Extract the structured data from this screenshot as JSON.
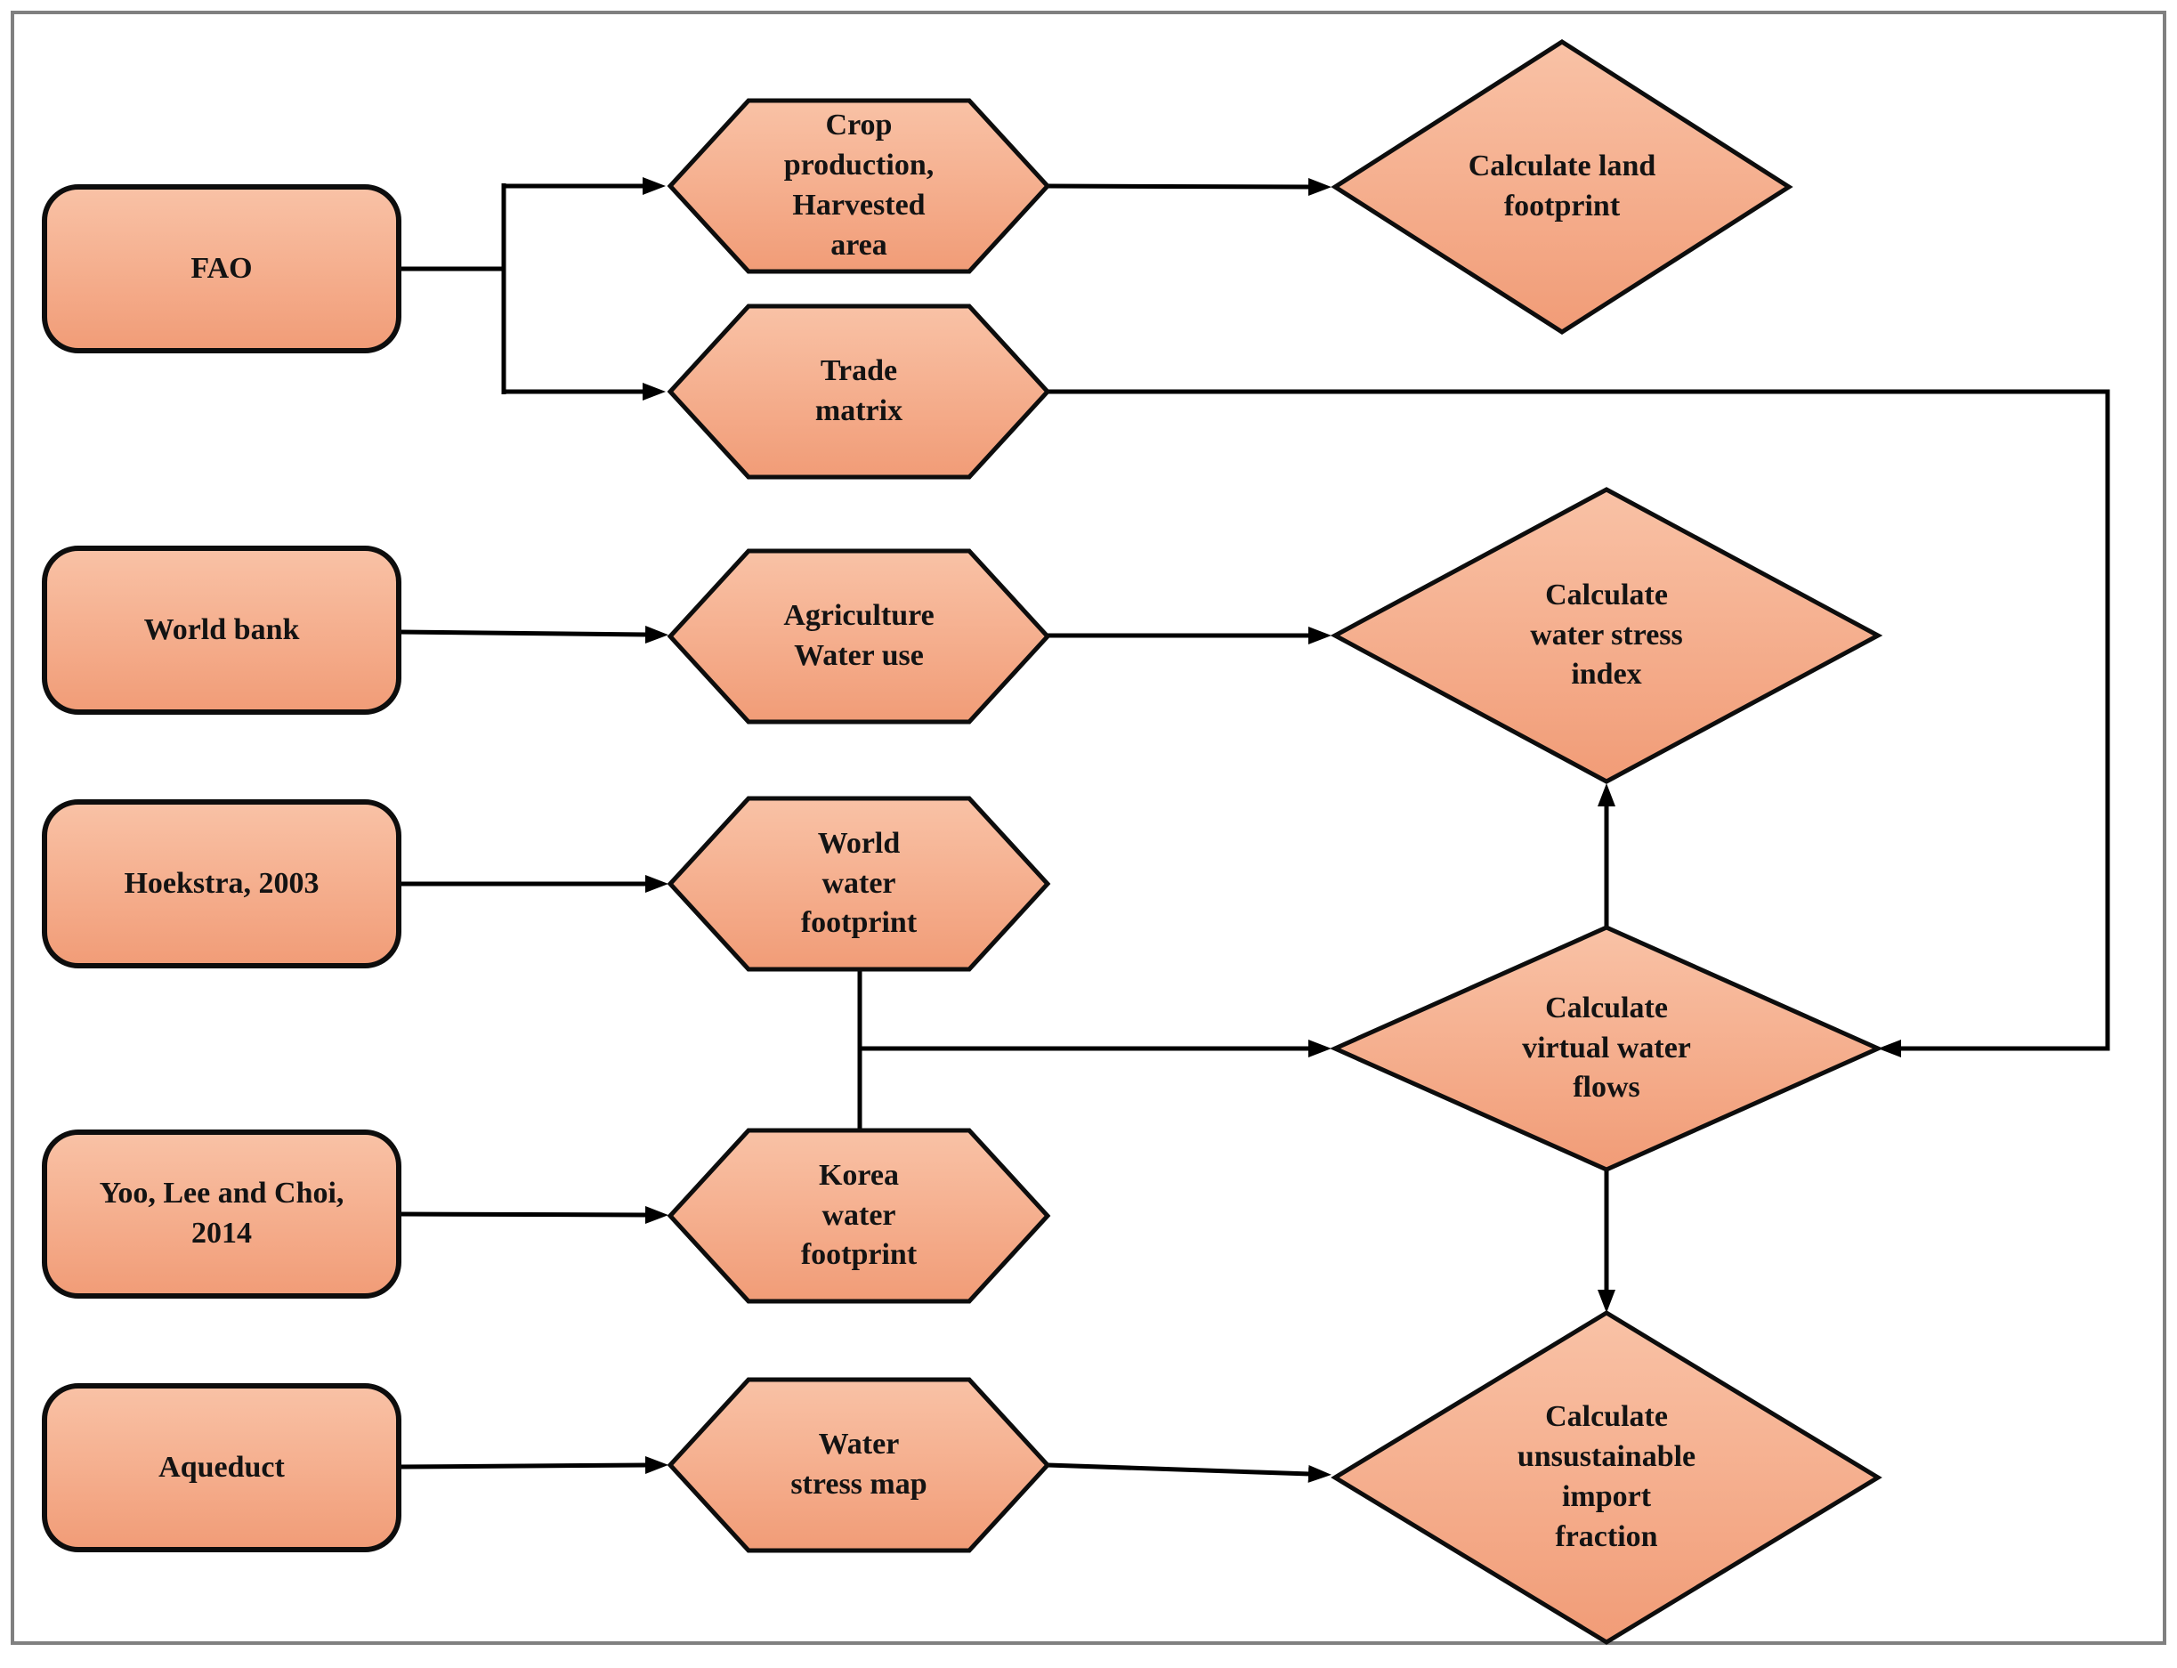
{
  "title": "Data sources and calculation flow diagram",
  "colors": {
    "shape_fill_top": "#f9c2a6",
    "shape_fill_bottom": "#f19c77",
    "shape_border": "#0d0d0d",
    "arrow_color": "#000000",
    "frame_border": "#808080",
    "background": "#ffffff",
    "text_color": "#131313"
  },
  "nodes": {
    "sources": [
      {
        "id": "fao",
        "label": "FAO"
      },
      {
        "id": "world-bank",
        "label": "World bank"
      },
      {
        "id": "hoekstra-2003",
        "label": "Hoekstra, 2003"
      },
      {
        "id": "yoo-lee-choi-2014",
        "label": "Yoo, Lee and Choi,\n2014"
      },
      {
        "id": "aqueduct",
        "label": "Aqueduct"
      }
    ],
    "inputs": [
      {
        "id": "crop-production",
        "label": "Crop\nproduction,\nHarvested\narea"
      },
      {
        "id": "trade-matrix",
        "label": "Trade\nmatrix"
      },
      {
        "id": "agriculture-water-use",
        "label": "Agriculture\nWater use"
      },
      {
        "id": "world-water-footprint",
        "label": "World\nwater\nfootprint"
      },
      {
        "id": "korea-water-footprint",
        "label": "Korea\nwater\nfootprint"
      },
      {
        "id": "water-stress-map",
        "label": "Water\nstress map"
      }
    ],
    "processes": [
      {
        "id": "calc-land-footprint",
        "label": "Calculate land\nfootprint"
      },
      {
        "id": "calc-water-stress-index",
        "label": "Calculate\nwater stress\nindex"
      },
      {
        "id": "calc-virtual-water-flows",
        "label": "Calculate\nvirtual water\nflows"
      },
      {
        "id": "calc-unsustainable-import-fraction",
        "label": "Calculate\nunsustainable\nimport\nfraction"
      }
    ]
  },
  "edges": [
    {
      "from": "fao",
      "to": "crop-production"
    },
    {
      "from": "fao",
      "to": "trade-matrix"
    },
    {
      "from": "crop-production",
      "to": "calc-land-footprint"
    },
    {
      "from": "trade-matrix",
      "to": "calc-virtual-water-flows"
    },
    {
      "from": "world-bank",
      "to": "agriculture-water-use"
    },
    {
      "from": "agriculture-water-use",
      "to": "calc-water-stress-index"
    },
    {
      "from": "hoekstra-2003",
      "to": "world-water-footprint"
    },
    {
      "from": "world-water-footprint",
      "to": "korea-water-footprint"
    },
    {
      "from": "world-water-footprint",
      "to": "calc-virtual-water-flows"
    },
    {
      "from": "yoo-lee-choi-2014",
      "to": "korea-water-footprint"
    },
    {
      "from": "korea-water-footprint",
      "to": "calc-virtual-water-flows"
    },
    {
      "from": "calc-virtual-water-flows",
      "to": "calc-water-stress-index"
    },
    {
      "from": "calc-virtual-water-flows",
      "to": "calc-unsustainable-import-fraction"
    },
    {
      "from": "aqueduct",
      "to": "water-stress-map"
    },
    {
      "from": "water-stress-map",
      "to": "calc-unsustainable-import-fraction"
    }
  ]
}
